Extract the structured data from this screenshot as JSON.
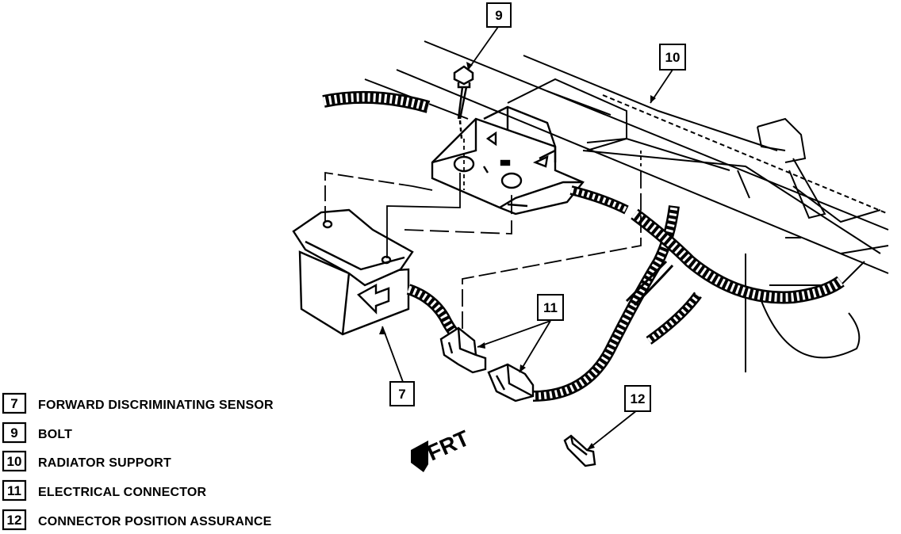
{
  "callouts": {
    "c7": "7",
    "c9": "9",
    "c10": "10",
    "c11": "11",
    "c12": "12"
  },
  "legend": [
    {
      "num": "7",
      "text": "FORWARD DISCRIMINATING SENSOR"
    },
    {
      "num": "9",
      "text": "BOLT"
    },
    {
      "num": "10",
      "text": "RADIATOR SUPPORT"
    },
    {
      "num": "11",
      "text": "ELECTRICAL CONNECTOR"
    },
    {
      "num": "12",
      "text": "CONNECTOR POSITION ASSURANCE"
    }
  ],
  "direction": {
    "label": "FRT"
  }
}
